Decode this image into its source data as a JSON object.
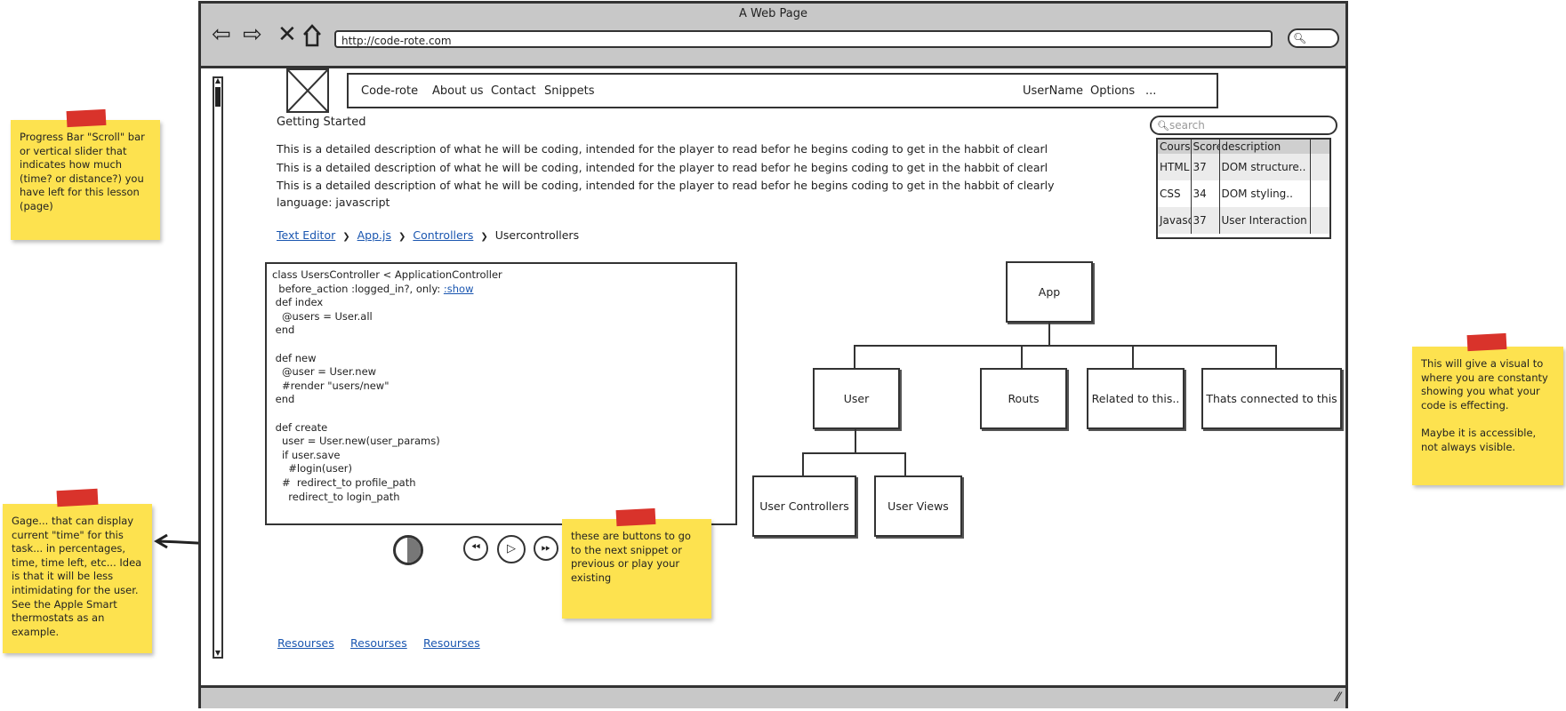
{
  "window": {
    "title": "A Web Page",
    "url": "http://code-rote.com"
  },
  "nav": {
    "links": [
      "Code-rote",
      "About us",
      "Contact",
      "Snippets"
    ],
    "right_links": [
      "UserName",
      "Options",
      "..."
    ]
  },
  "page": {
    "heading": "Getting Started",
    "description_lines": [
      "This is a detailed description of what he will be coding, intended for the player to read befor he begins coding to get in the habbit of clearl",
      "This is a detailed description of what he will be coding, intended for the player to read befor he begins coding to get in the habbit of clearl",
      "This is a detailed description of what he will be coding, intended for the player to read befor he begins coding to get in the habbit of clearly",
      "language: javascript"
    ],
    "breadcrumb": {
      "links": [
        "Text Editor",
        "App.js",
        "Controllers"
      ],
      "current": "Usercontrollers"
    },
    "resources": [
      "Resourses",
      "Resourses",
      "Resourses"
    ]
  },
  "search": {
    "placeholder": "search"
  },
  "course_table": {
    "headers": [
      "Course",
      "Score",
      "description"
    ],
    "rows": [
      [
        "HTML",
        "37",
        "DOM structure.."
      ],
      [
        "CSS",
        "34",
        "DOM styling.."
      ],
      [
        "Javascript",
        "37",
        "User Interaction"
      ]
    ]
  },
  "code": {
    "line1": "class UsersController < ApplicationController",
    "line2_prefix": "  before_action :logged_in?, only: ",
    "line2_link": ":show",
    "rest": "\n def index\n   @users = User.all\n end\n\n def new\n   @user = User.new\n   #render \"users/new\"\n end\n\n def create\n   user = User.new(user_params)\n   if user.save\n     #login(user)\n   #  redirect_to profile_path\n     redirect_to login_path"
  },
  "gauge": {
    "fraction": 0.5
  },
  "tree": {
    "root": "App",
    "level1": [
      "User",
      "Routs",
      "Related to this..",
      "Thats connected to this"
    ],
    "level2": [
      "User Controllers",
      "User Views"
    ]
  },
  "notes": {
    "progress_bar": "Progress Bar \"Scroll\" bar or vertical slider that indicates how much (time? or distance?) you have left for this lesson (page)",
    "gage": "Gage... that can display current \"time\" for this task... in percentages, time, time left, etc... Idea is that it will be less intimidating for the user. See the Apple Smart thermostats as an example.",
    "buttons": "these are buttons to go to the next snippet or previous or play your existing",
    "visual_p1": "This will give a visual to where you are constanty showing you what your code is effecting.",
    "visual_p2": "Maybe it is accessible, not always visible."
  },
  "colors": {
    "sticky": "#fde24f",
    "tape": "#d9332b",
    "link": "#1a56b0",
    "chrome": "#c8c8c8"
  }
}
